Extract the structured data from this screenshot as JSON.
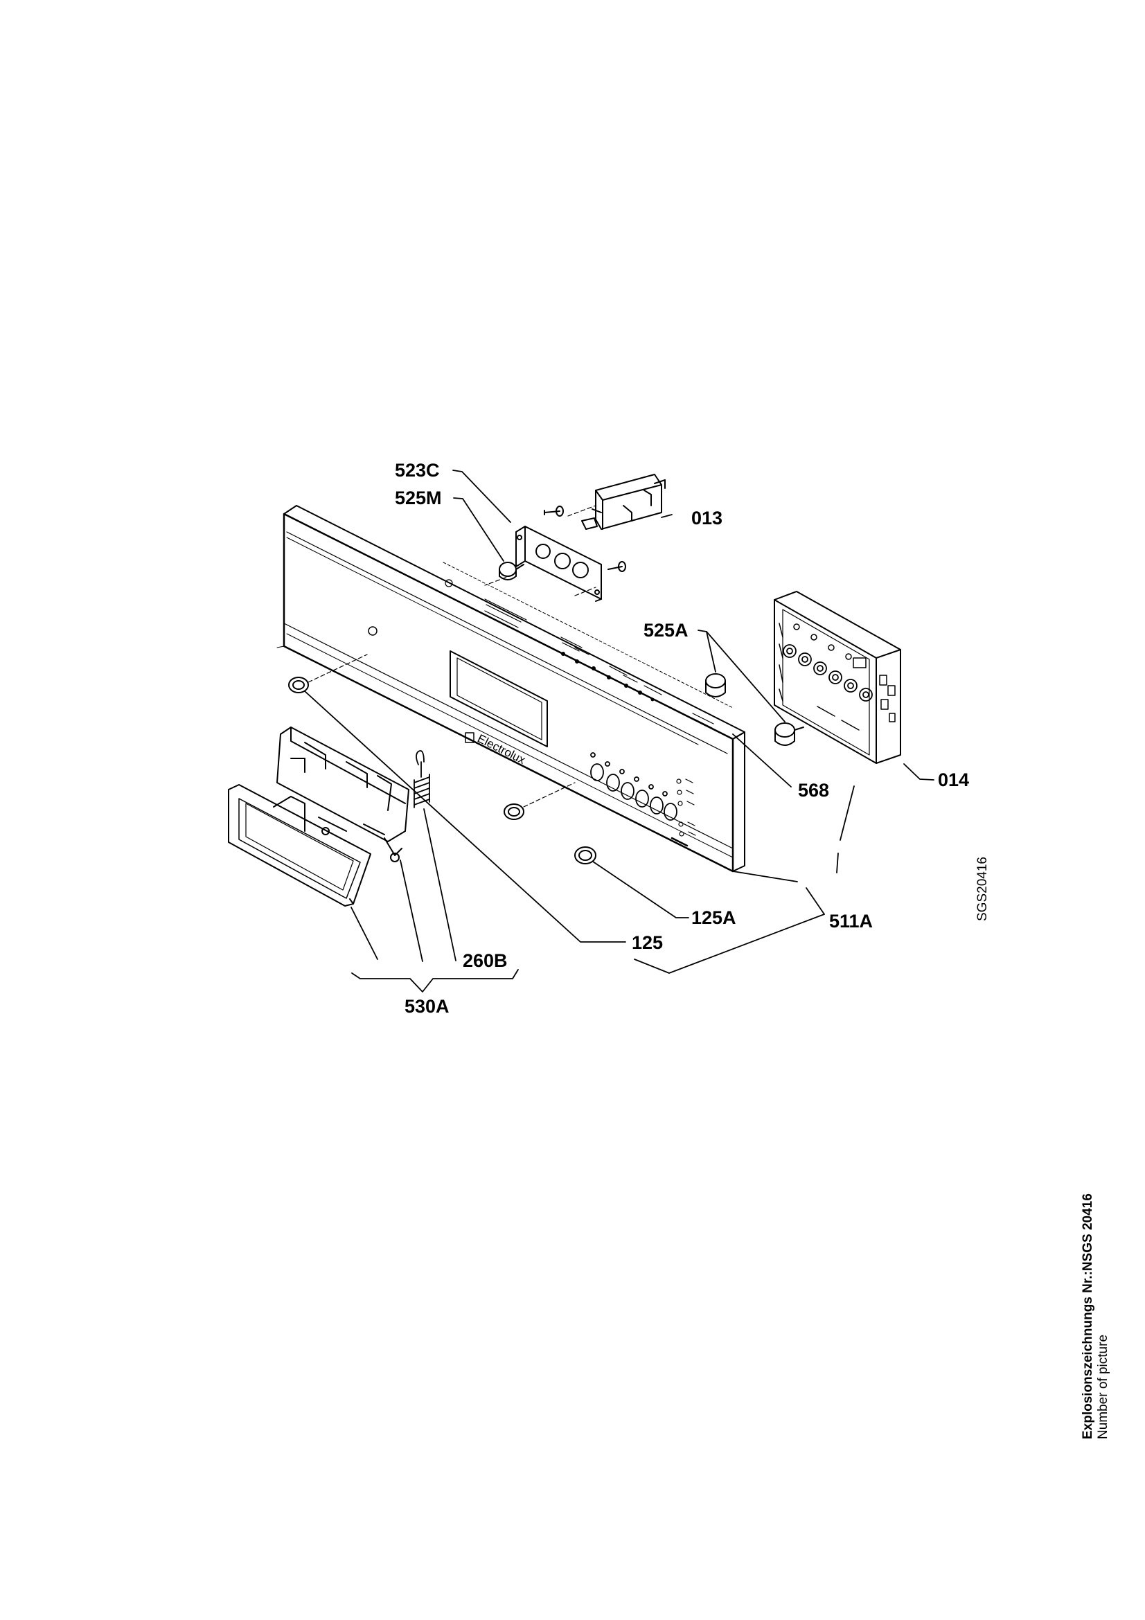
{
  "labels": {
    "l523C": "523C",
    "l525M": "525M",
    "l013": "013",
    "l525A": "525A",
    "l014": "014",
    "l568": "568",
    "l125A": "125A",
    "l511A": "511A",
    "l125": "125",
    "l260B": "260B",
    "l530A": "530A"
  },
  "panel": {
    "brand": "Electrolux"
  },
  "drawing_code": "SGS20416",
  "footer": {
    "title": "Explosionszeichnungs Nr.:NSGS 20416",
    "subtitle": "Number of picture"
  }
}
